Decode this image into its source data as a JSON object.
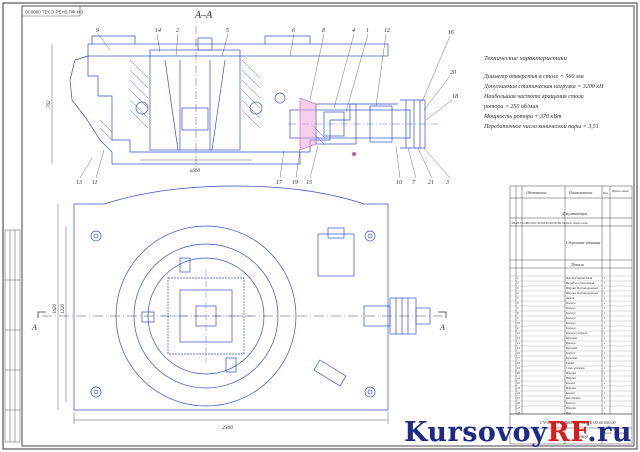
{
  "drawing": {
    "stamp_code": "0С0000 ТЕСЭ.РЕНЗ.ПФ-НЭ",
    "section_label": "А–А",
    "dim_height": "762",
    "dim_bore": "ø560",
    "dim_width": "2300",
    "dim_side_1": "1620",
    "dim_side_2": "1220",
    "section_mark_left": "А",
    "section_mark_right": "А",
    "callouts_top": [
      "9",
      "14",
      "2",
      "5",
      "6",
      "8",
      "4",
      "1",
      "12",
      "16"
    ],
    "callouts_right": [
      "20",
      "18"
    ],
    "callouts_bottom": [
      "13",
      "11",
      "17",
      "19",
      "15",
      "10",
      "7",
      "21",
      "3"
    ]
  },
  "specs": {
    "title": "Технические характеристики",
    "lines": [
      "Диаметр отверстия в столе = 560 мм",
      "Допускаемая статическая нагрузка = 3200 кН",
      "Наибольшая частота вращения стола",
      "ротора = 250 об/мин",
      "Мощность ротора = 370 кВт",
      "Передаточное число конической пары = 3,51"
    ]
  },
  "bom": {
    "headers": [
      "Обозначение",
      "Наименование",
      "Кол.",
      "Приме-чание"
    ],
    "section_doc": "Документация",
    "doc_row": "ЭН-РЕ-VE-ПБ6.056.Е-0221Б.00.000.00 ВО   Чертеж общего вида",
    "section_assy": "Сборочные единицы",
    "section_parts": "Детали",
    "items": [
      "Вал быстроходный",
      "Вкладыш разъемный",
      "Втулка дистанционная",
      "Втулка дистанционная",
      "Замок",
      "Кольцо",
      "Кольцо",
      "Кольцо",
      "Кольцо",
      "Кольцо",
      "Кольцо",
      "Кольцо упорное",
      "Крышка",
      "Кольцо",
      "Крышка",
      "Корпус",
      "Крышка",
      "Гайка",
      "Стол ротора",
      "Втулка",
      "Втулка",
      "Колесо",
      "Втулка",
      "Колесо",
      "Шестерня",
      "Кольцо",
      "Втулка",
      "Вал"
    ],
    "footer_code": "СЧ-ЯНЦ КП-ПБ6.ЕЕ0-0227Б-00.00.000.00",
    "footer_title": "Ротор",
    "sheet_label": "Лист",
    "sheets_label": "Листов"
  },
  "watermark": {
    "main": "Kursovoy",
    "accent": "RF",
    "suffix": ".ru"
  },
  "colors": {
    "line": "#2e4fd6",
    "text": "#333333"
  }
}
